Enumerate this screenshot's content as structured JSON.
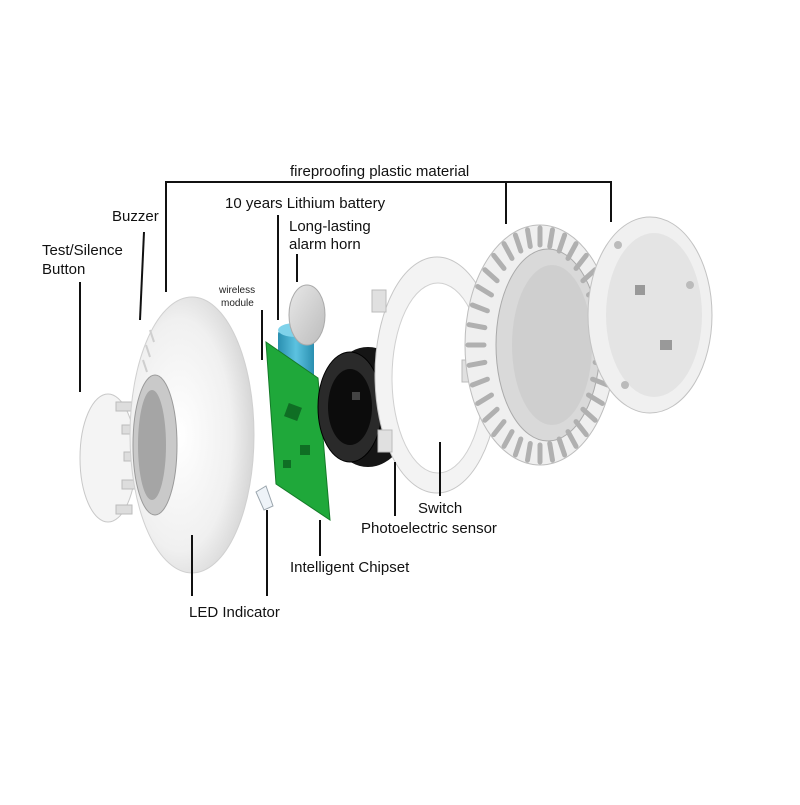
{
  "labels": {
    "fireproofing": "fireproofing plastic material",
    "buzzer": "Buzzer",
    "battery": "10 years Lithium battery",
    "horn_line1": "Long-lasting",
    "horn_line2": "alarm horn",
    "test_line1": "Test/Silence",
    "test_line2": "Button",
    "wireless_line1": "wireless",
    "wireless_line2": "module",
    "switch": "Switch",
    "photo": "Photoelectric sensor",
    "chipset": "Intelligent Chipset",
    "led": "LED Indicator"
  },
  "colors": {
    "pcb": "#1fa83a",
    "battery": "#3aa6c8",
    "sensor": "#151515",
    "plastic": "#f2f2f2",
    "leader": "#111111"
  }
}
